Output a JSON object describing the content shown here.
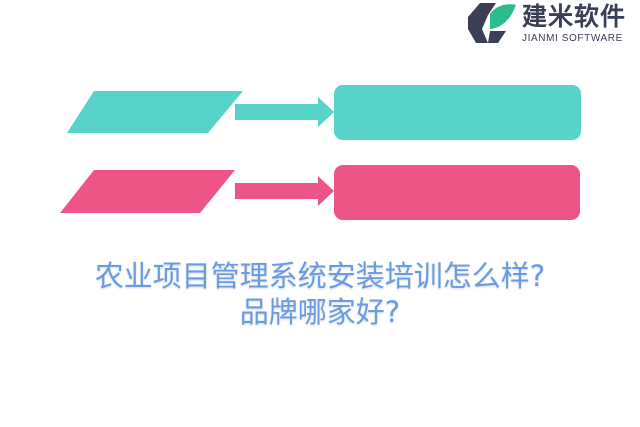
{
  "logo": {
    "name_cn": "建米软件",
    "name_en": "JIANMI SOFTWARE",
    "colors": {
      "dark": "#3a3f55",
      "green": "#2dbd8a"
    }
  },
  "diagram": {
    "rows": [
      {
        "color": "#58d3c9",
        "shape": "parallelogram",
        "arrow": "right-arrow",
        "target": "rounded-box",
        "label": ""
      },
      {
        "color": "#ed5587",
        "shape": "parallelogram",
        "arrow": "right-arrow",
        "target": "rounded-box",
        "label": ""
      }
    ]
  },
  "title": {
    "line1": "农业项目管理系统安装培训怎么样?",
    "line2": "品牌哪家好?",
    "color": "#6b9be0"
  }
}
